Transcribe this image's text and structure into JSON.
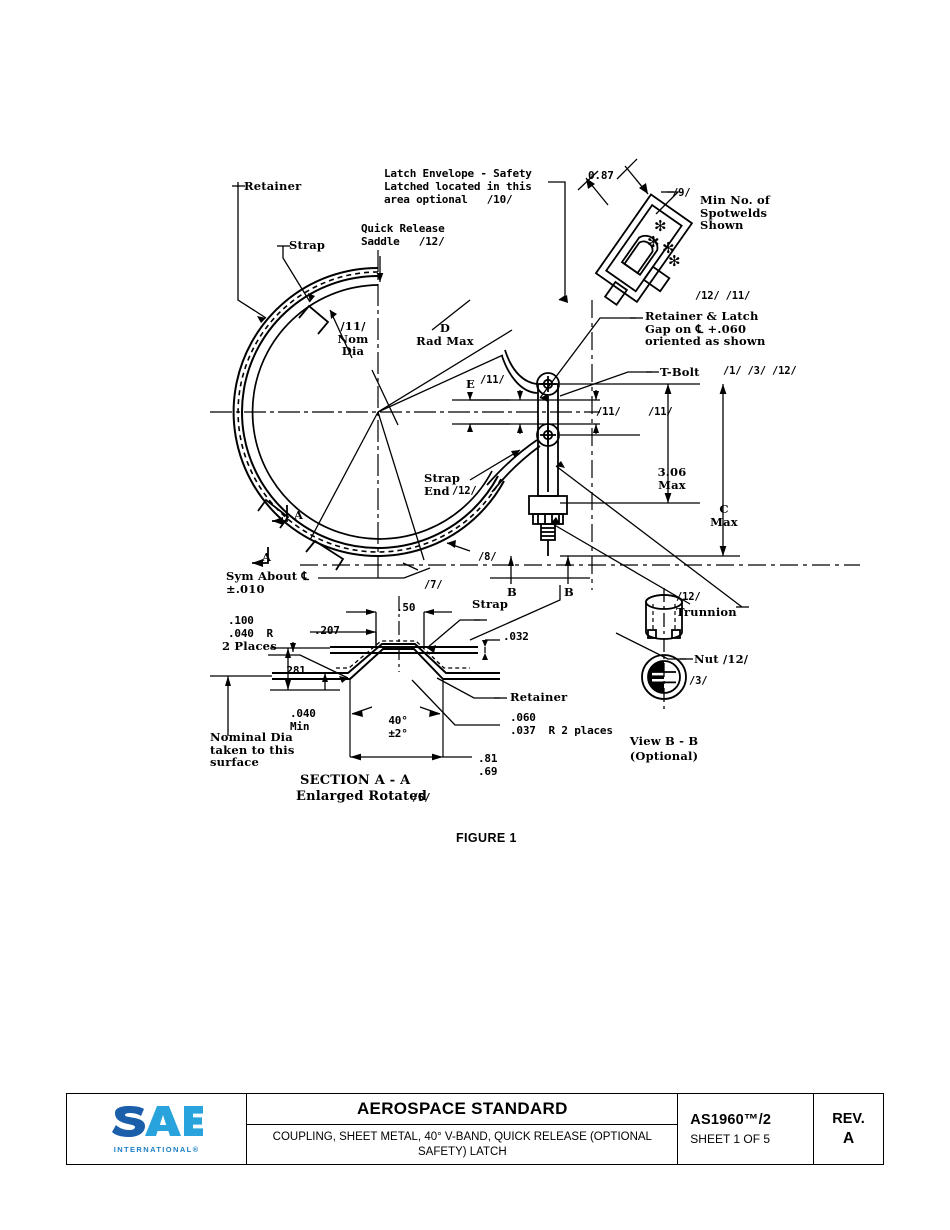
{
  "figure": {
    "caption": "FIGURE 1",
    "labels": {
      "retainer_top": "Retainer",
      "strap_top": "Strap",
      "latch_envelope": "Latch Envelope - Safety\nLatched located in this\narea optional   /10/",
      "quick_release_saddle": "Quick Release\nSaddle   /12/",
      "nom_dia": "/11/\nNom\nDia",
      "d_rad_max": "D\nRad Max",
      "e_dim": "E",
      "e_flag": "/11/",
      "dim_087": "0.87",
      "flag_9": "/9/",
      "min_spotwelds": "Min No. of\nSpotwelds\nShown",
      "flag_12_11": "/12/ /11/",
      "retainer_latch_gap": "Retainer & Latch\nGap on ℄ +.060\noriented as shown",
      "t_bolt": "T-Bolt",
      "t_bolt_flags": "/1/ /3/ /12/",
      "flag_11_left": "/11/",
      "flag_11_right": "/11/",
      "dim_306max": "3.06\nMax",
      "dim_cmax": "C\nMax",
      "strap_end": "Strap\nEnd",
      "strap_end_flag": "/12/",
      "flag_8": "/8/",
      "flag_7": "/7/",
      "section_arrow_a_upper": "A",
      "section_arrow_a_lower": "A",
      "sym_about_cl": "Sym About ℄\n±.010",
      "dim_b_left": "B",
      "dim_b_right": "B",
      "trunnion_flag": "/12/",
      "trunnion": "Trunnion",
      "nut": "Nut /12/",
      "flag_3": "/3/",
      "view_bb": "View B - B",
      "view_bb_optional": "(Optional)",
      "dim_100_040_r": ".100\n.040  R",
      "two_places": "2 Places",
      "dim_207": ".207",
      "dim_50": ".50",
      "strap_section": "Strap",
      "dim_032": ".032",
      "dim_281": ".281",
      "dim_040_min": ".040\nMin",
      "angle_40": "40°\n±2°",
      "retainer_section": "Retainer",
      "dim_060_037_r": ".060\n.037  R 2 places",
      "dim_81_69": ".81\n.69",
      "nominal_dia_note": "Nominal Dia\ntaken to this\nsurface",
      "section_aa_title": "SECTION A - A",
      "section_aa_sub": "Enlarged Rotated",
      "section_aa_flag": "/5/"
    }
  },
  "title_block": {
    "logo": {
      "mark": "SAE",
      "sub": "INTERNATIONAL®",
      "color_dark": "#1b5fab",
      "color_light": "#29a3dc"
    },
    "standard_title": "AEROSPACE STANDARD",
    "description": "COUPLING, SHEET METAL, 40° V-BAND, QUICK\nRELEASE (OPTIONAL SAFETY) LATCH",
    "doc_number": "AS1960™/2",
    "sheet": "SHEET 1 OF 5",
    "rev_label": "REV.",
    "rev_value": "A"
  }
}
